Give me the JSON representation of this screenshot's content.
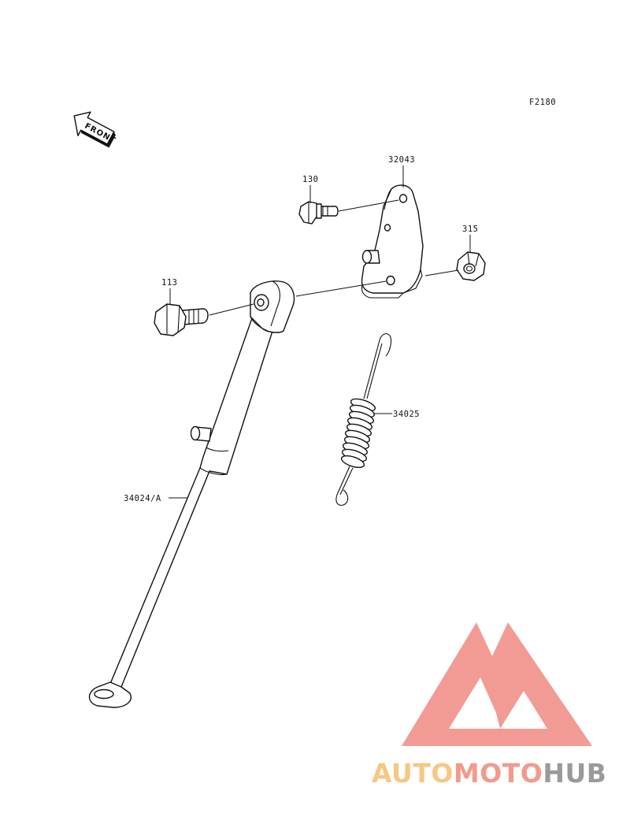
{
  "figure": {
    "code": "F2180"
  },
  "front_arrow": {
    "label": "FRONT"
  },
  "callouts": {
    "bracket": "32043",
    "bracket_bolt": "130",
    "nut": "315",
    "pivot_bolt": "113",
    "spring": "34025",
    "side_stand": "34024/A"
  },
  "watermark": {
    "part1": "AUTO",
    "part2": "MOTO",
    "part3": "HUB",
    "colors": {
      "triangle": "#f08a82",
      "auto": "#f5c882",
      "moto": "#f39a8c",
      "hub": "#9a9a9a"
    }
  }
}
